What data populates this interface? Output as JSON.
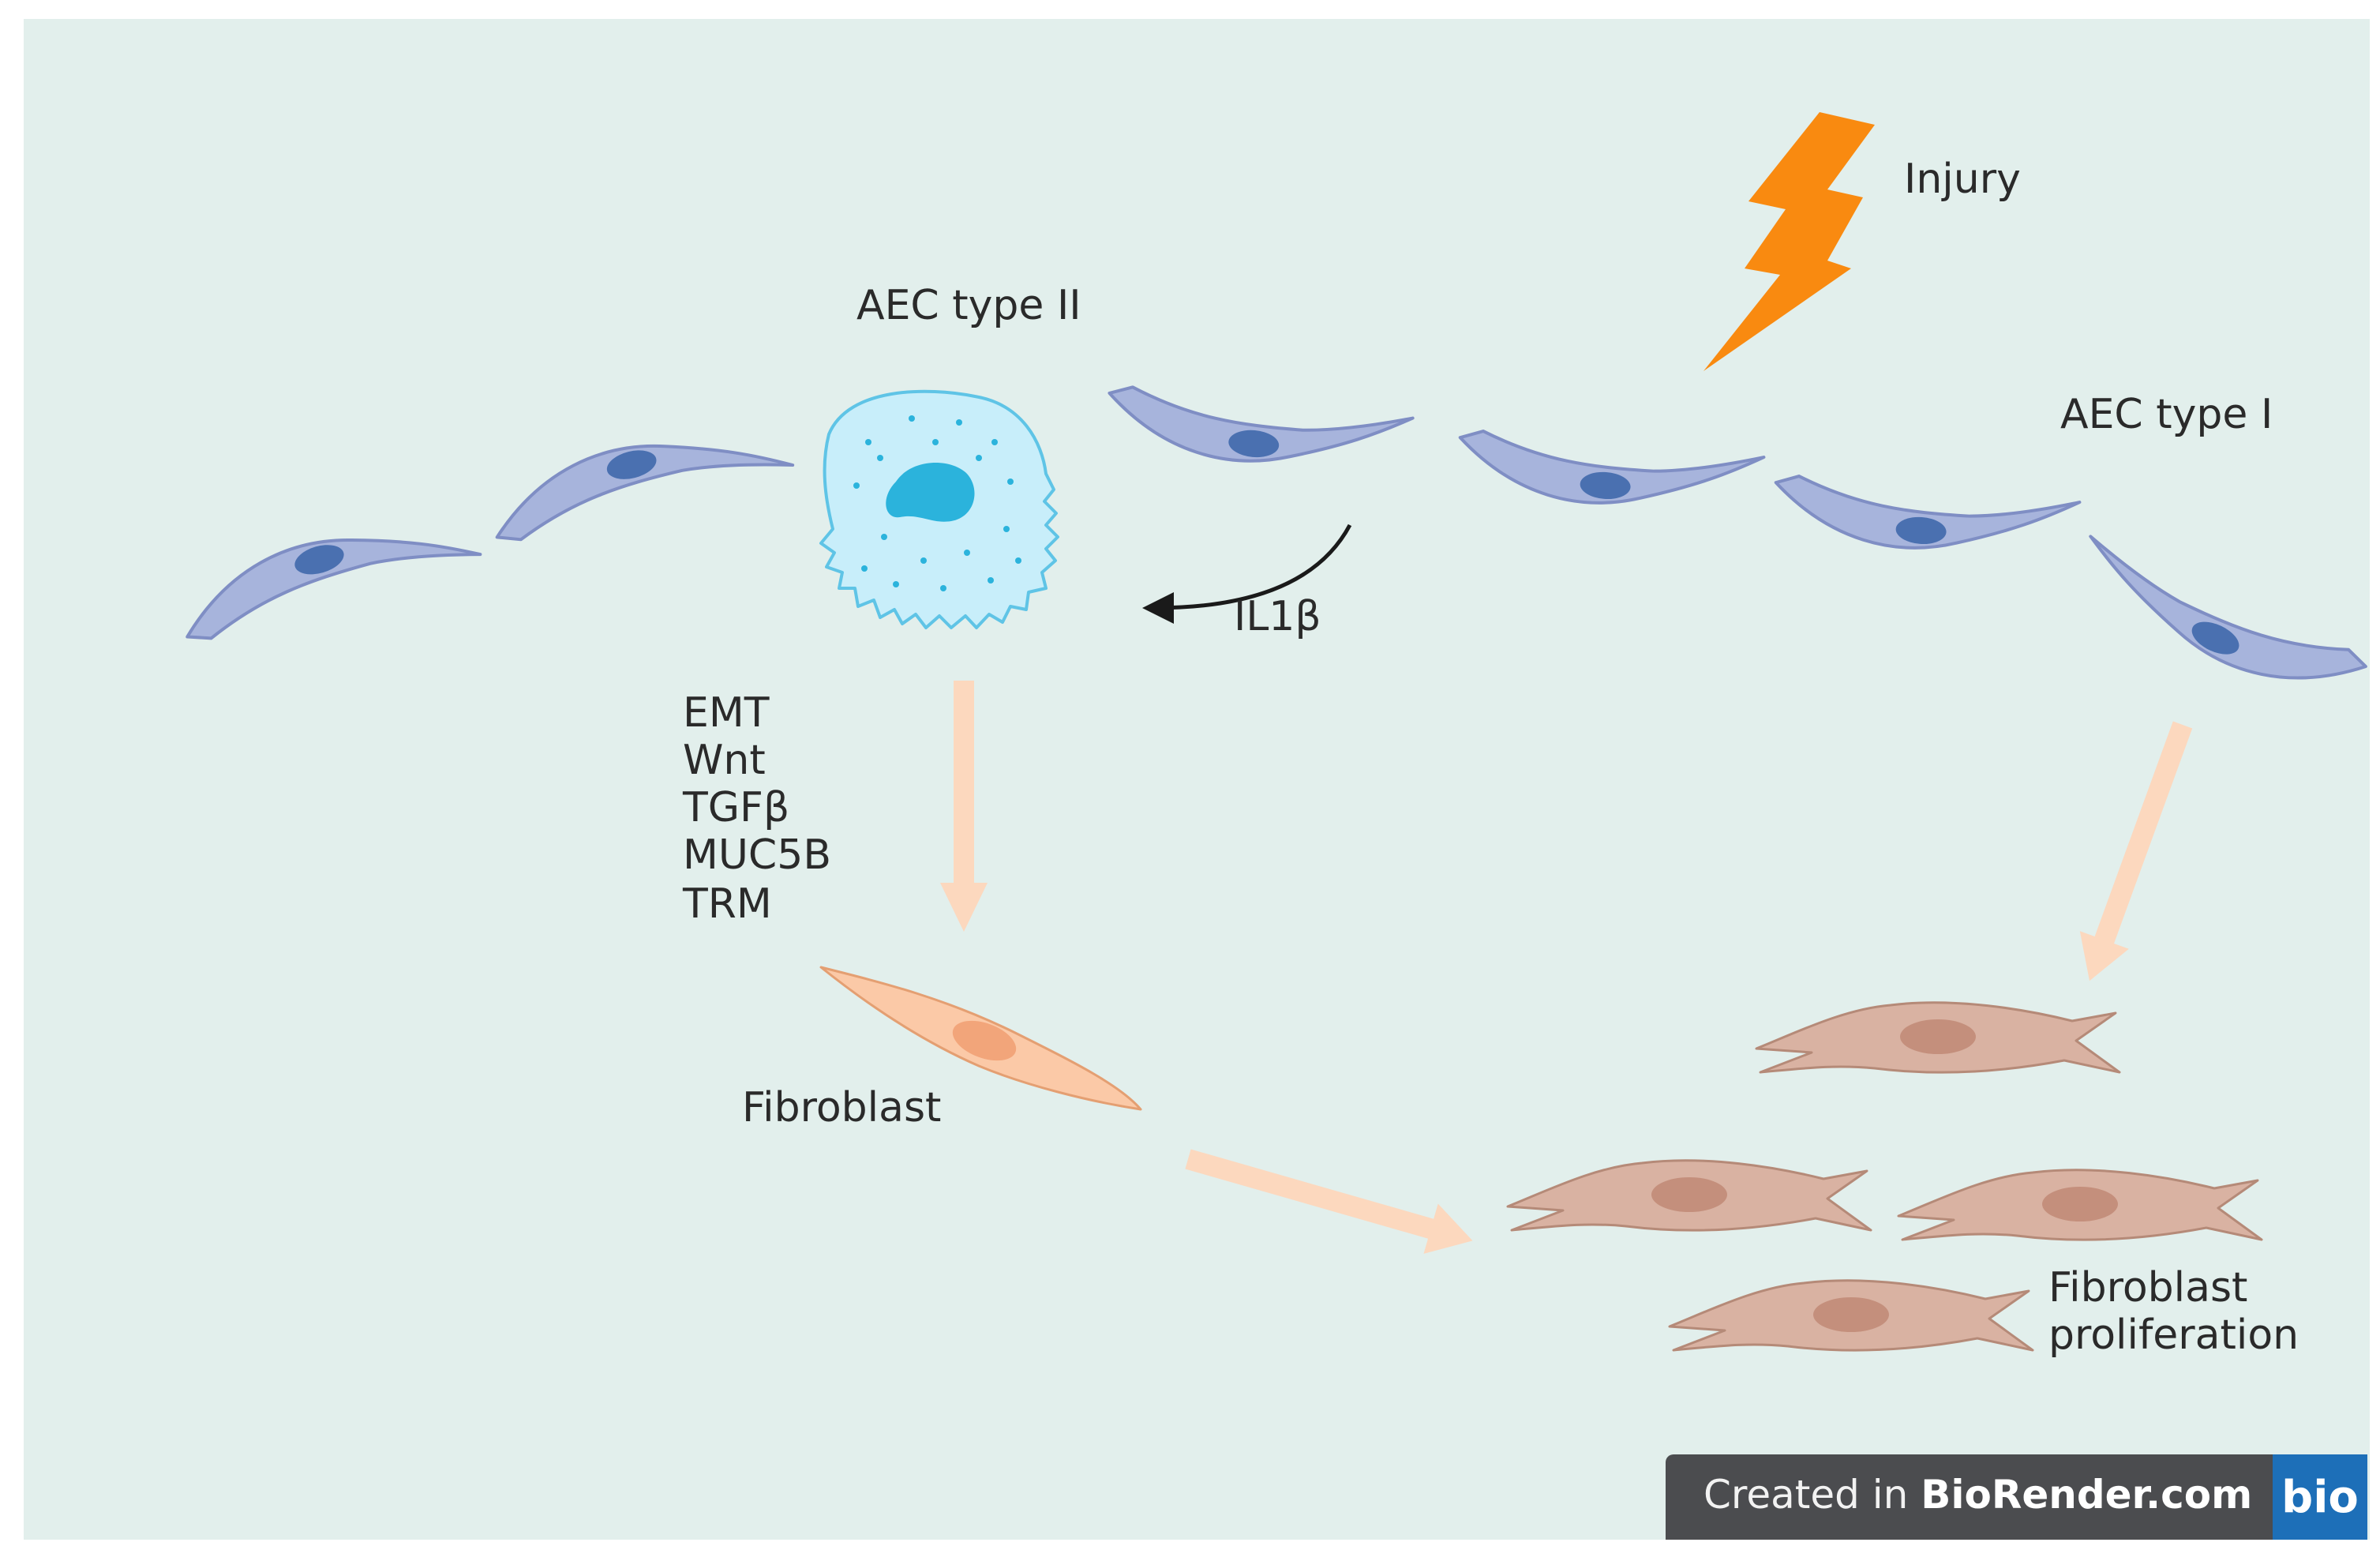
{
  "labels": {
    "injury": "Injury",
    "aec2": "AEC type II",
    "aec1": "AEC type I",
    "il1b": "IL1β",
    "factors": [
      "EMT",
      "Wnt",
      "TGFβ",
      "MUC5B",
      "TRM"
    ],
    "fibroblast": "Fibroblast",
    "proliferation": [
      "Fibroblast",
      "proliferation"
    ]
  },
  "badge": {
    "prefix": "Created in ",
    "brand": "BioRender.com",
    "logo": "bio"
  },
  "colors": {
    "background": "#e2efec",
    "aec1_cell": "#a7b4dc",
    "aec1_nucleus": "#4a70b0",
    "aec2_cell": "#c8eefa",
    "aec2_nucleus": "#2bb3dc",
    "arrow": "#fcd8be",
    "fibroblast": "#fbc9a7",
    "proliferating_fibroblast": "#d9b2a2",
    "injury": "#f98a10"
  }
}
